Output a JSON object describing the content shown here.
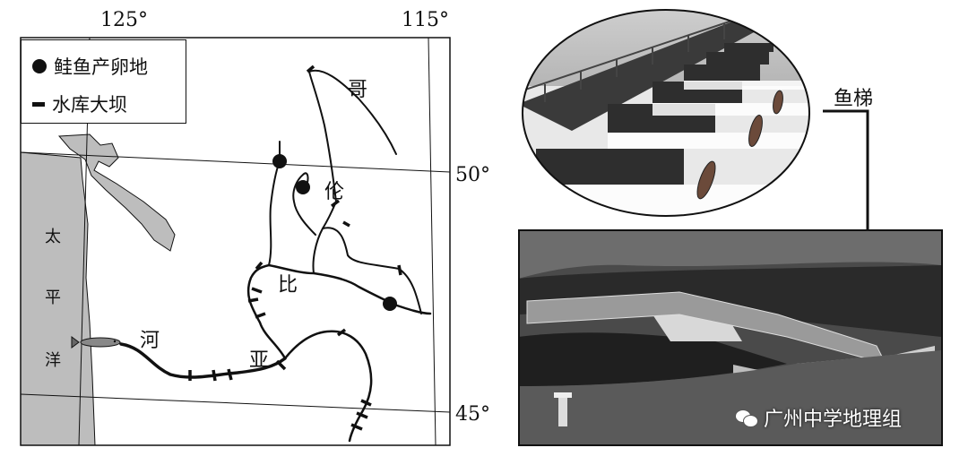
{
  "map": {
    "longitudes": [
      "125°",
      "115°"
    ],
    "latitudes": [
      "50°",
      "45°"
    ],
    "ocean_chars": [
      "太",
      "平",
      "洋"
    ],
    "river_chars": [
      "哥",
      "伦",
      "比",
      "亚",
      "河"
    ],
    "legend": [
      {
        "symbol": "dot-icon",
        "label": "鲑鱼产卵地"
      },
      {
        "symbol": "dam-tick-icon",
        "label": "水库大坝"
      }
    ],
    "colors": {
      "land": "#ffffff",
      "ocean": "#bdbdbd",
      "river": "#111111"
    }
  },
  "photos": {
    "fish_ladder_label": "鱼梯",
    "watermark": "广州中学地理组"
  }
}
